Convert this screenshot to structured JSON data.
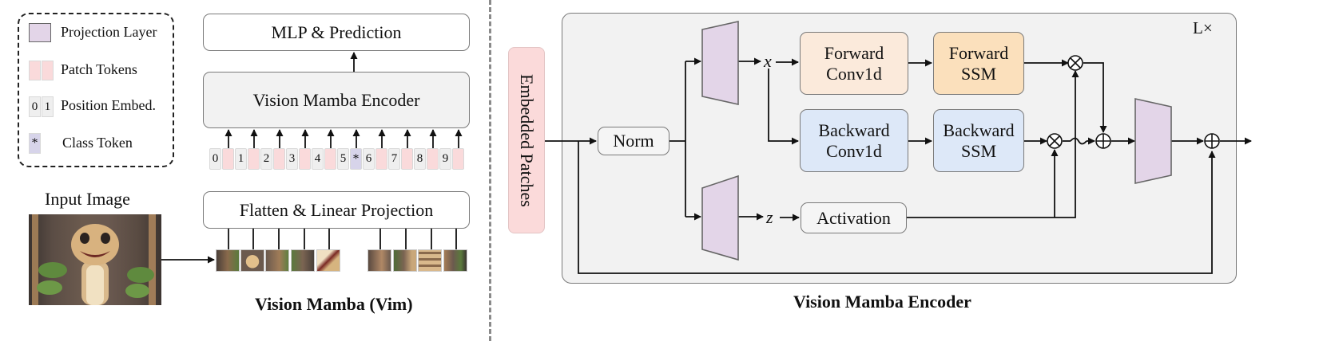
{
  "legend": {
    "projection_layer": "Projection Layer",
    "patch_tokens": "Patch Tokens",
    "position_embed": "Position Embed.",
    "pos_digit_0": "0",
    "pos_digit_1": "1",
    "class_token_symbol": "*",
    "class_token": "Class Token"
  },
  "left": {
    "input_image_label": "Input Image",
    "mlp_prediction": "MLP & Prediction",
    "encoder": "Vision Mamba Encoder",
    "flatten_projection": "Flatten & Linear Projection",
    "tokens": [
      "0",
      "1",
      "2",
      "3",
      "4",
      "5",
      "*",
      "6",
      "7",
      "8",
      "9"
    ],
    "title": "Vision Mamba (Vim)"
  },
  "right": {
    "embedded_patches": "Embedded Patches",
    "layers": "L×",
    "norm": "Norm",
    "x_var": "x",
    "z_var": "z",
    "forward_conv_1": "Forward",
    "forward_conv_2": "Conv1d",
    "forward_ssm_1": "Forward",
    "forward_ssm_2": "SSM",
    "backward_conv_1": "Backward",
    "backward_conv_2": "Conv1d",
    "backward_ssm_1": "Backward",
    "backward_ssm_2": "SSM",
    "activation": "Activation",
    "title": "Vision Mamba Encoder"
  },
  "colors": {
    "projection": "#e3d5e8",
    "patch_token": "#fadadb",
    "position": "#efefef",
    "class_token": "#d7d4ea",
    "forward_conv": "#fbeadb",
    "forward_ssm": "#fbe0bc",
    "backward": "#dde8f8",
    "encoder_bg": "#f2f2f2",
    "embedded_bg": "#fbdada"
  }
}
